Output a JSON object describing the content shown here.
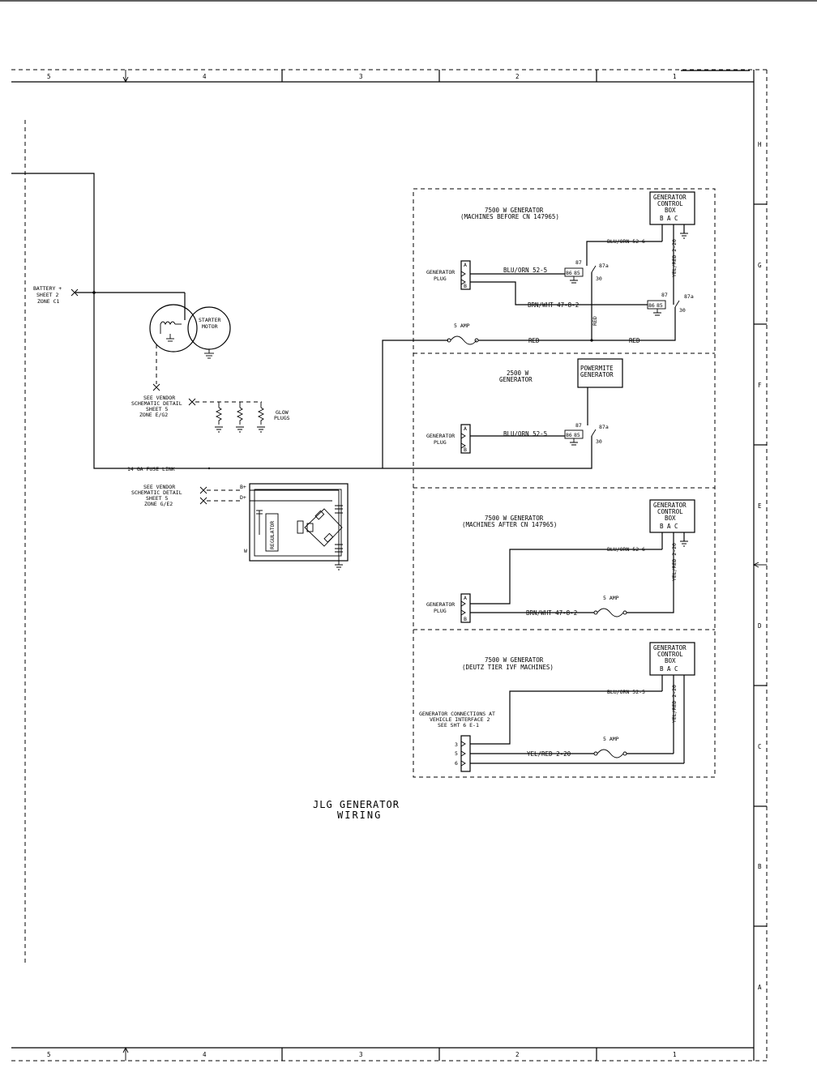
{
  "border": {
    "cols": [
      "5",
      "4",
      "3",
      "2",
      "1"
    ],
    "rows": [
      "H",
      "G",
      "F",
      "E",
      "D",
      "C",
      "B",
      "A"
    ]
  },
  "title": {
    "line1": "JLG GENERATOR",
    "line2": "WIRING"
  },
  "left": {
    "battery": [
      "BATTERY +",
      "SHEET 2",
      "ZONE C1"
    ],
    "starter": [
      "STARTER",
      "MOTOR"
    ],
    "vendor1": [
      "SEE VENDOR",
      "SCHEMATIC DETAIL",
      "SHEET 5",
      "ZONE E/G2"
    ],
    "glow": [
      "GLOW",
      "PLUGS"
    ],
    "fuse_link": "14 GA FUSE LINK",
    "vendor2": [
      "SEE VENDOR",
      "SCHEMATIC DETAIL",
      "SHEET 5",
      "ZONE G/E2"
    ],
    "alt_b": "B+",
    "alt_d": "D+",
    "alt_w": "W",
    "regulator": "REGULATOR"
  },
  "panel1": {
    "title": [
      "7500 W GENERATOR",
      "(MACHINES BEFORE CN 147965)"
    ],
    "box": [
      "GENERATOR",
      "CONTROL",
      "BOX"
    ],
    "pins": "B  A  C",
    "plug": [
      "GENERATOR",
      "PLUG"
    ],
    "wire_blu": "BLU/ORN 52-5",
    "wire_blu6": "BLU/ORN 52-6",
    "wire_brn": "BRN/WHT 47-8-2",
    "wire_yel": "YEL/RED 2-20",
    "red": "RED",
    "fuse": "5 AMP",
    "r87": "87",
    "r87a": "87a",
    "r30": "30",
    "r86": "86",
    "r85": "85"
  },
  "panel2": {
    "title": [
      "2500 W",
      "GENERATOR"
    ],
    "box": [
      "POWERMITE",
      "GENERATOR"
    ],
    "plug": [
      "GENERATOR",
      "PLUG"
    ],
    "wire_blu": "BLU/ORN 52-5"
  },
  "panel3": {
    "title": [
      "7500 W GENERATOR",
      "(MACHINES AFTER CN 147965)"
    ],
    "box": [
      "GENERATOR",
      "CONTROL",
      "BOX"
    ],
    "pins": "B  A  C",
    "plug": [
      "GENERATOR",
      "PLUG"
    ],
    "wire_blu6": "BLU/ORN 52-6",
    "wire_brn": "BRN/WHT 47-8-2",
    "wire_yel": "YEL/RED 2-20",
    "fuse": "5 AMP"
  },
  "panel4": {
    "title": [
      "7500 W GENERATOR",
      "(DEUTZ TIER IVF MACHINES)"
    ],
    "box": [
      "GENERATOR",
      "CONTROL",
      "BOX"
    ],
    "pins": "B  A  C",
    "conn": [
      "GENERATOR CONNECTIONS AT",
      "VEHICLE INTERFACE 2",
      "SEE SHT 6 E-1"
    ],
    "pin_nums": [
      "3",
      "5",
      "6"
    ],
    "wire_blu": "BLU/ORN 52-5",
    "wire_yel": "YEL/RED 2-20",
    "wire_yel_v": "YEL/RED 2-20",
    "fuse": "5 AMP"
  }
}
